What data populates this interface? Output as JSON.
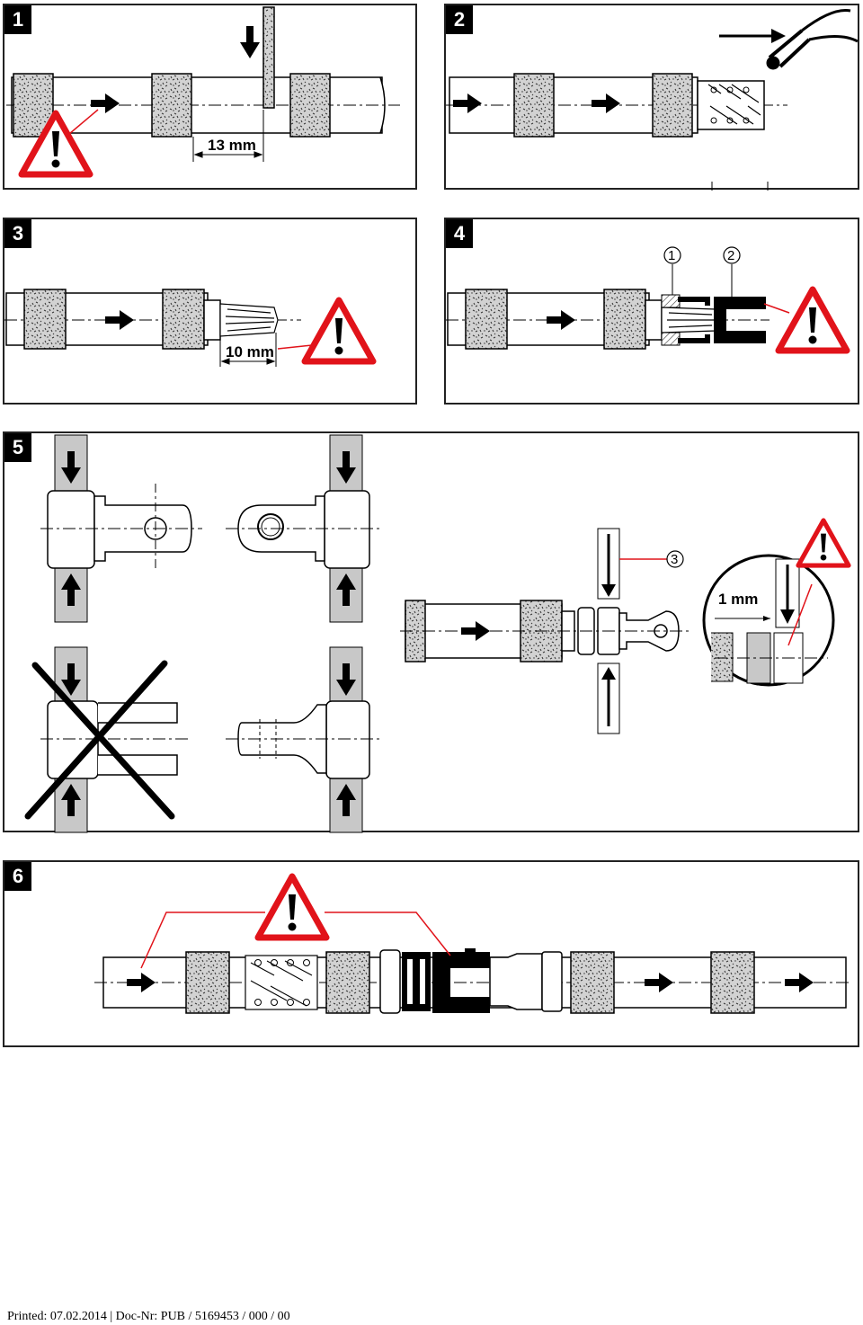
{
  "panels": [
    {
      "step": "1",
      "dimension": "13 mm"
    },
    {
      "step": "2"
    },
    {
      "step": "3",
      "dimension": "10 mm"
    },
    {
      "step": "4",
      "callouts": [
        "1",
        "2"
      ]
    },
    {
      "step": "5",
      "callouts": [
        "3"
      ],
      "dimension": "1 mm"
    },
    {
      "step": "6"
    }
  ],
  "footer": "Printed: 07.02.2014 | Doc-Nr: PUB / 5169453 / 000 / 00",
  "colors": {
    "warning_red": "#e1131a",
    "stone_gray": "#bdbdbd",
    "jaw_gray": "#c8c8c8"
  },
  "icons": [
    "warning-triangle-icon",
    "right-arrow-icon",
    "down-arrow-icon",
    "up-arrow-icon",
    "pliers-icon",
    "prohibited-cross-icon"
  ]
}
